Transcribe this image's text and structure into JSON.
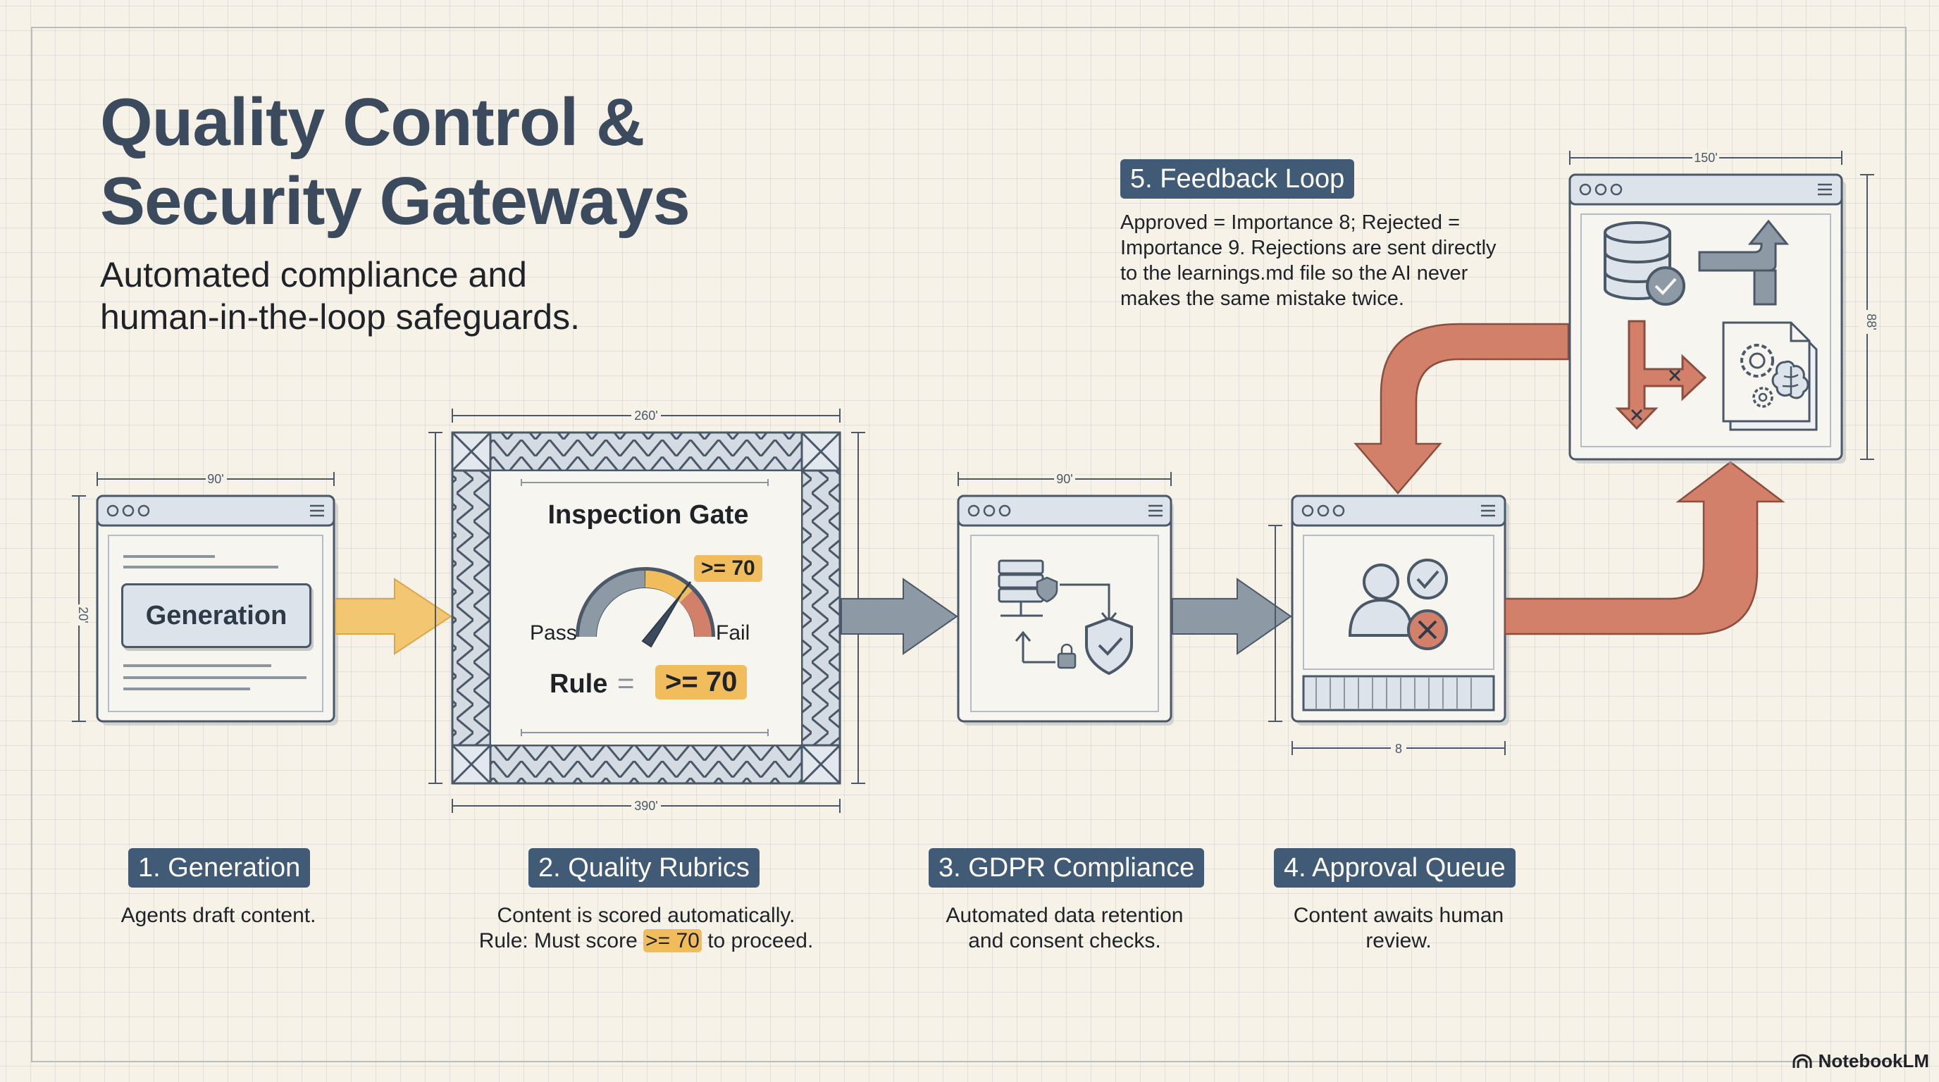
{
  "title": {
    "line1": "Quality Control &",
    "line2": "Security Gateways"
  },
  "subtitle": {
    "line1": "Automated compliance and",
    "line2": "human-in-the-loop safeguards."
  },
  "generation_window": {
    "button_label": "Generation",
    "width_dim": "90'",
    "height_dim": "20'"
  },
  "inspection_gate": {
    "title": "Inspection Gate",
    "pass_label": "Pass",
    "fail_label": "Fail",
    "gauge_badge": ">= 70",
    "rule_label": "Rule",
    "rule_eq": "=",
    "rule_value": ">= 70",
    "top_dim": "260'",
    "bottom_dim": "390'"
  },
  "gdpr_window": {
    "width_dim": "90'"
  },
  "approval_window": {
    "width_dim": "8"
  },
  "feedback_window": {
    "width_dim": "150'",
    "height_dim": "88'"
  },
  "steps": [
    {
      "label": "1. Generation",
      "desc_line1": "Agents draft content.",
      "desc_line2": ""
    },
    {
      "label": "2. Quality Rubrics",
      "desc_line1": "Content is scored automatically.",
      "desc_line2_pre": "Rule: Must score ",
      "desc_line2_hl": ">= 70",
      "desc_line2_post": " to proceed."
    },
    {
      "label": "3. GDPR Compliance",
      "desc_line1": "Automated data retention",
      "desc_line2": "and consent checks."
    },
    {
      "label": "4. Approval Queue",
      "desc_line1": "Content awaits human",
      "desc_line2": "review."
    }
  ],
  "feedback": {
    "label": "5. Feedback Loop",
    "line1": "Approved = Importance 8; Rejected =",
    "line2": "Importance 9. Rejections are sent directly",
    "line3": "to the learnings.md file so the AI never",
    "line4": "makes the same mistake twice."
  },
  "brand": "NotebookLM",
  "colors": {
    "accent_blue": "#415a75",
    "highlight": "#f1bd5c",
    "arrow_orange": "#f3c46b",
    "arrow_gray": "#8d9aa6",
    "arrow_red": "#d3806b"
  },
  "icons": [
    "server-shield-icon",
    "lock-icon",
    "user-check-reject-icon",
    "database-check-icon",
    "gear-brain-doc-icon",
    "reject-arrow-icon"
  ]
}
